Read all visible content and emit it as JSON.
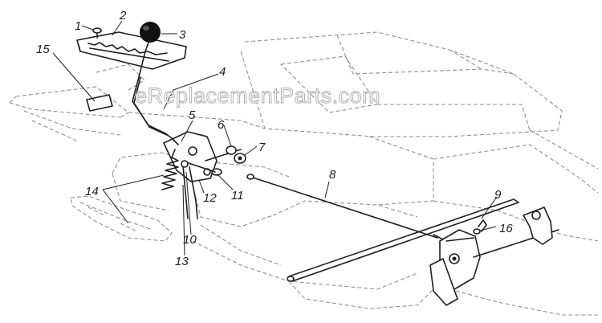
{
  "watermark": "eReplacementParts.com",
  "callouts": [
    {
      "id": "1",
      "label": "1"
    },
    {
      "id": "2",
      "label": "2"
    },
    {
      "id": "3",
      "label": "3"
    },
    {
      "id": "4",
      "label": "4"
    },
    {
      "id": "5",
      "label": "5"
    },
    {
      "id": "6",
      "label": "6"
    },
    {
      "id": "7",
      "label": "7"
    },
    {
      "id": "8",
      "label": "8"
    },
    {
      "id": "9",
      "label": "9"
    },
    {
      "id": "10",
      "label": "10"
    },
    {
      "id": "11",
      "label": "11"
    },
    {
      "id": "12",
      "label": "12"
    },
    {
      "id": "13",
      "label": "13"
    },
    {
      "id": "14",
      "label": "14"
    },
    {
      "id": "15",
      "label": "15"
    },
    {
      "id": "16",
      "label": "16"
    }
  ]
}
